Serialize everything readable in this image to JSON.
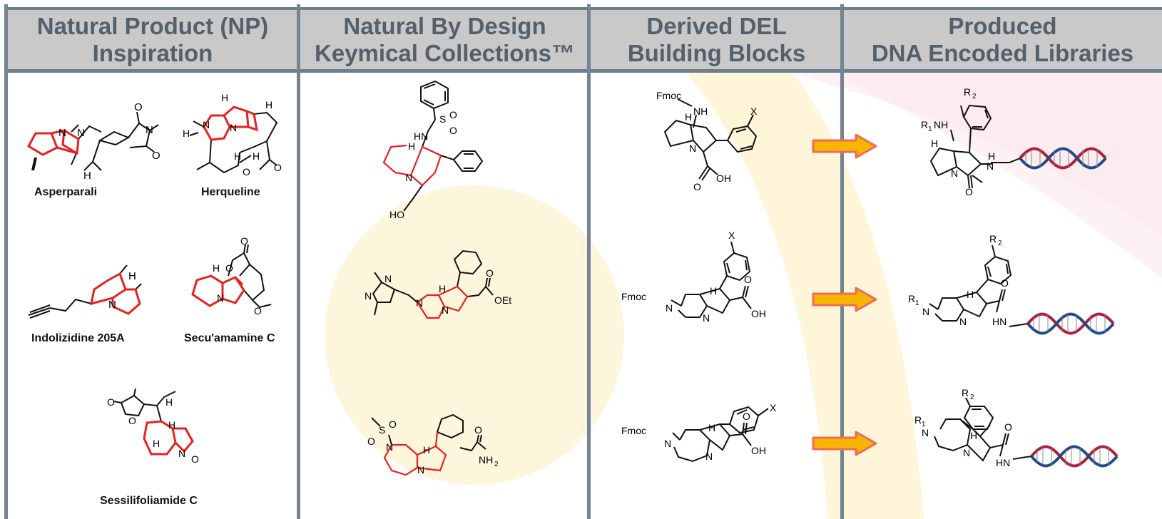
{
  "headers": [
    {
      "line1": "Natural Product (NP)",
      "line2": "Inspiration"
    },
    {
      "line1": "Natural By Design",
      "line2": "Keymical Collections™"
    },
    {
      "line1": "Derived DEL",
      "line2": "Building Blocks"
    },
    {
      "line1": "Produced",
      "line2": "DNA Encoded Libraries"
    }
  ],
  "natural_products": [
    {
      "name": "Asperparali"
    },
    {
      "name": "Herqueline"
    },
    {
      "name": "Indolizidine 205A"
    },
    {
      "name": "Secu'amamine C"
    },
    {
      "name": "Sessilifoliamide C"
    }
  ],
  "atoms": {
    "N": "N",
    "O": "O",
    "H": "H",
    "S": "S",
    "X": "X",
    "HN": "HN",
    "NH": "NH",
    "HO": "HO",
    "OH": "OH",
    "OEt": "OEt",
    "NH2": "NH",
    "two": "2",
    "Fmoc": "Fmoc",
    "R1": "R",
    "R2": "R",
    "sub1": "1",
    "sub2": "2"
  },
  "colors": {
    "header_bg": "#c9c9c9",
    "header_text": "#54606c",
    "divider": "#738492",
    "highlight_ring": "#e8201f",
    "arrow_fill": "#f7b500",
    "arrow_outline": "#f06a5a",
    "dna_red": "#b01e3c",
    "dna_blue": "#1f4a8c",
    "bg_circle_yellow": "#fdf6df",
    "bg_band_pink": "#fcebef"
  }
}
